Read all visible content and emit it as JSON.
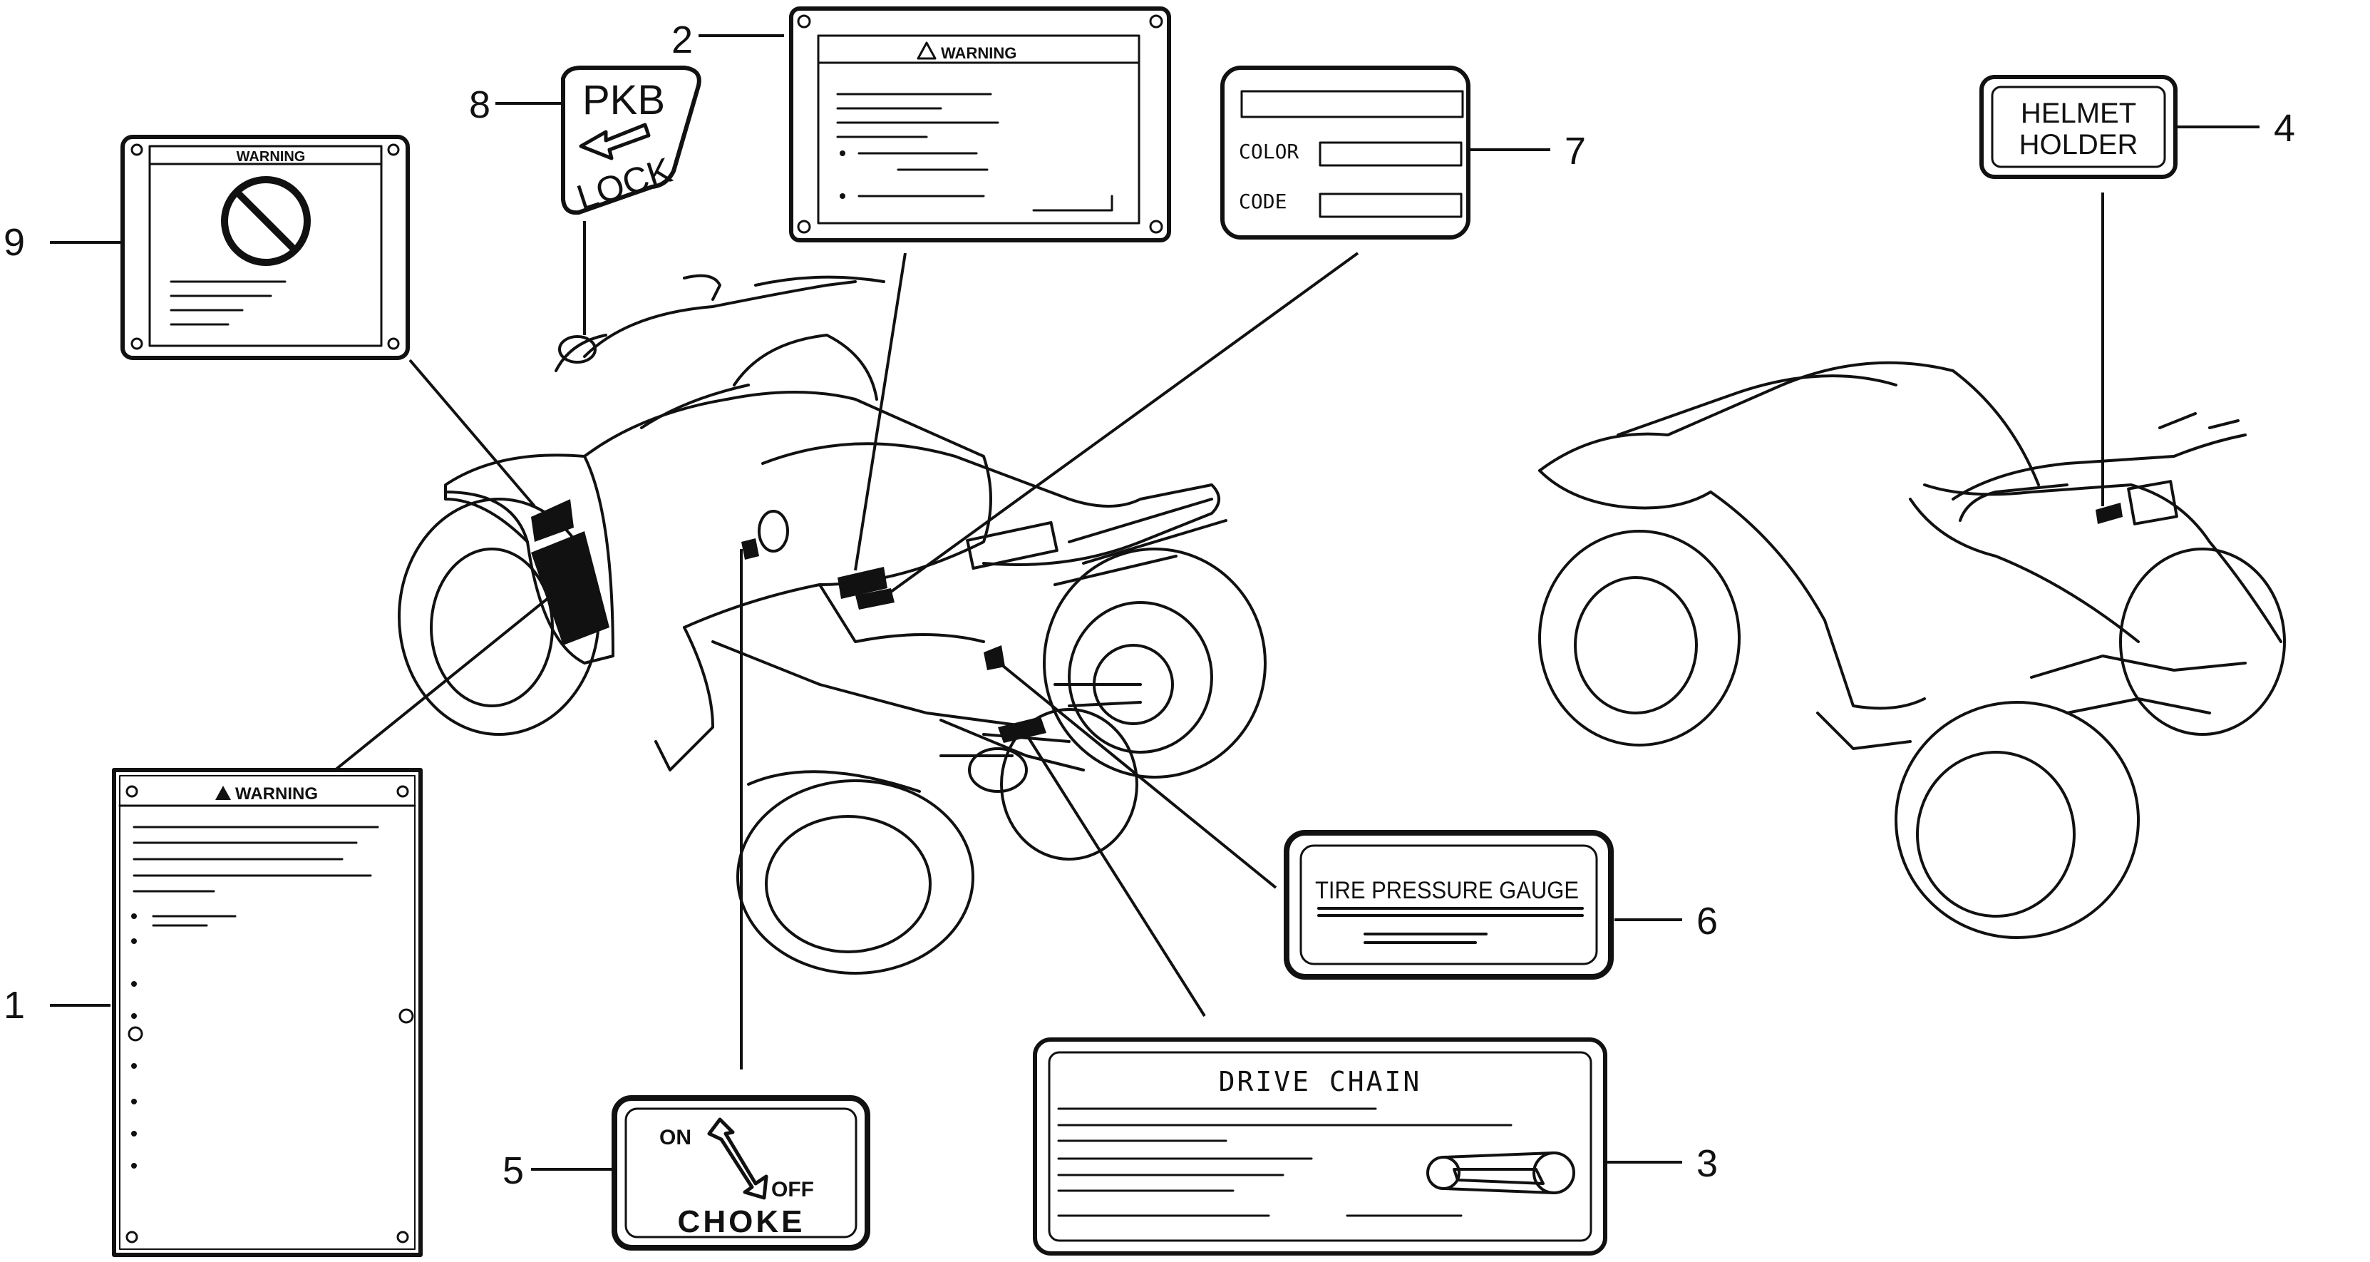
{
  "callouts": {
    "c1": "1",
    "c2": "2",
    "c3": "3",
    "c4": "4",
    "c5": "5",
    "c6": "6",
    "c7": "7",
    "c8": "8",
    "c9": "9"
  },
  "labels": {
    "warning_1": "WARNING",
    "warning_2": "WARNING",
    "warning_9": "WARNING",
    "pkb": "PKB",
    "lock": "LOCK",
    "color": "COLOR",
    "code": "CODE",
    "helmet": "HELMET",
    "holder": "HOLDER",
    "tire_pressure_gauge": "TIRE PRESSURE GAUGE",
    "drive_chain": "DRIVE CHAIN",
    "choke_on": "ON",
    "choke_off": "OFF",
    "choke": "CHOKE"
  },
  "icons": {
    "warning_triangle": "warning-triangle-icon",
    "prohibition": "prohibition-icon",
    "arrow": "arrow-icon"
  },
  "colors": {
    "ink": "#111111",
    "paper": "#ffffff"
  }
}
